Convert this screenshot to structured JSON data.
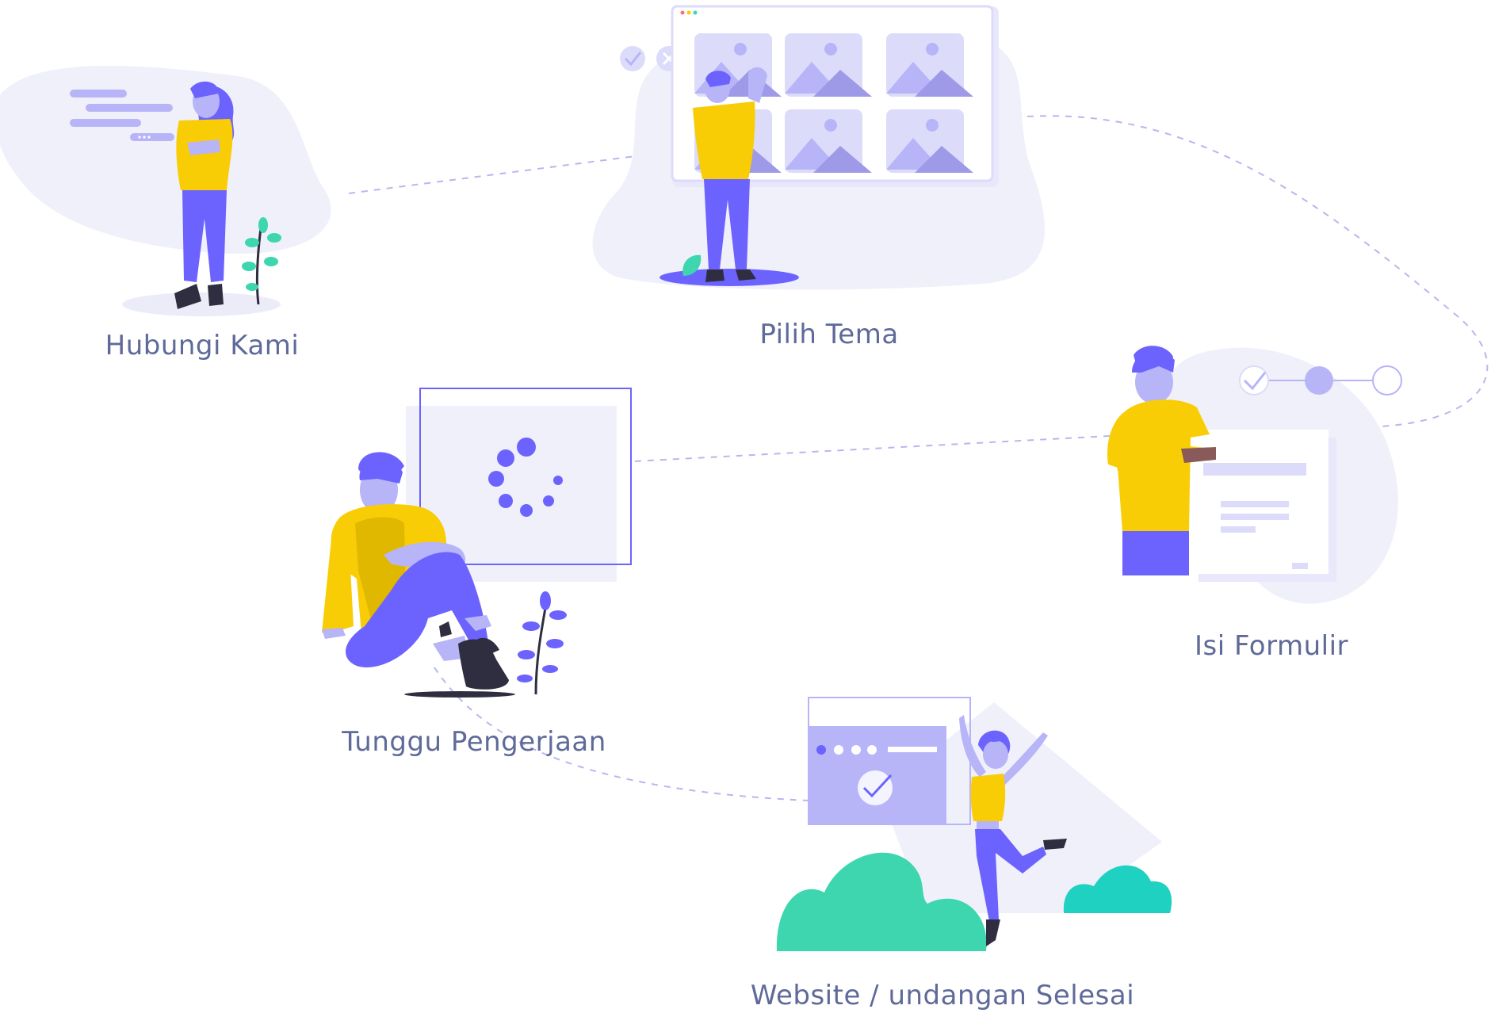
{
  "steps": [
    {
      "label": "Hubungi Kami"
    },
    {
      "label": "Pilih Tema"
    },
    {
      "label": "Isi Formulir"
    },
    {
      "label": "Tunggu Pengerjaan"
    },
    {
      "label": "Website / undangan Selesai"
    }
  ],
  "colors": {
    "background": "#ffffff",
    "blob": "#f0f0fa",
    "purple": "#6c63ff",
    "purple_dark": "#5b54d9",
    "lavender": "#b7b4f8",
    "lavender_light": "#dcdcfa",
    "yellow": "#f9cd06",
    "yellow_dark": "#e0b800",
    "green": "#3dd6ae",
    "teal": "#1fd1c0",
    "dark": "#2f2e41",
    "label": "#5f6a99",
    "path_dash": "#b8b6f0"
  },
  "icons": {
    "loading": "spinner-icon",
    "check": "check-icon",
    "close": "close-icon"
  }
}
